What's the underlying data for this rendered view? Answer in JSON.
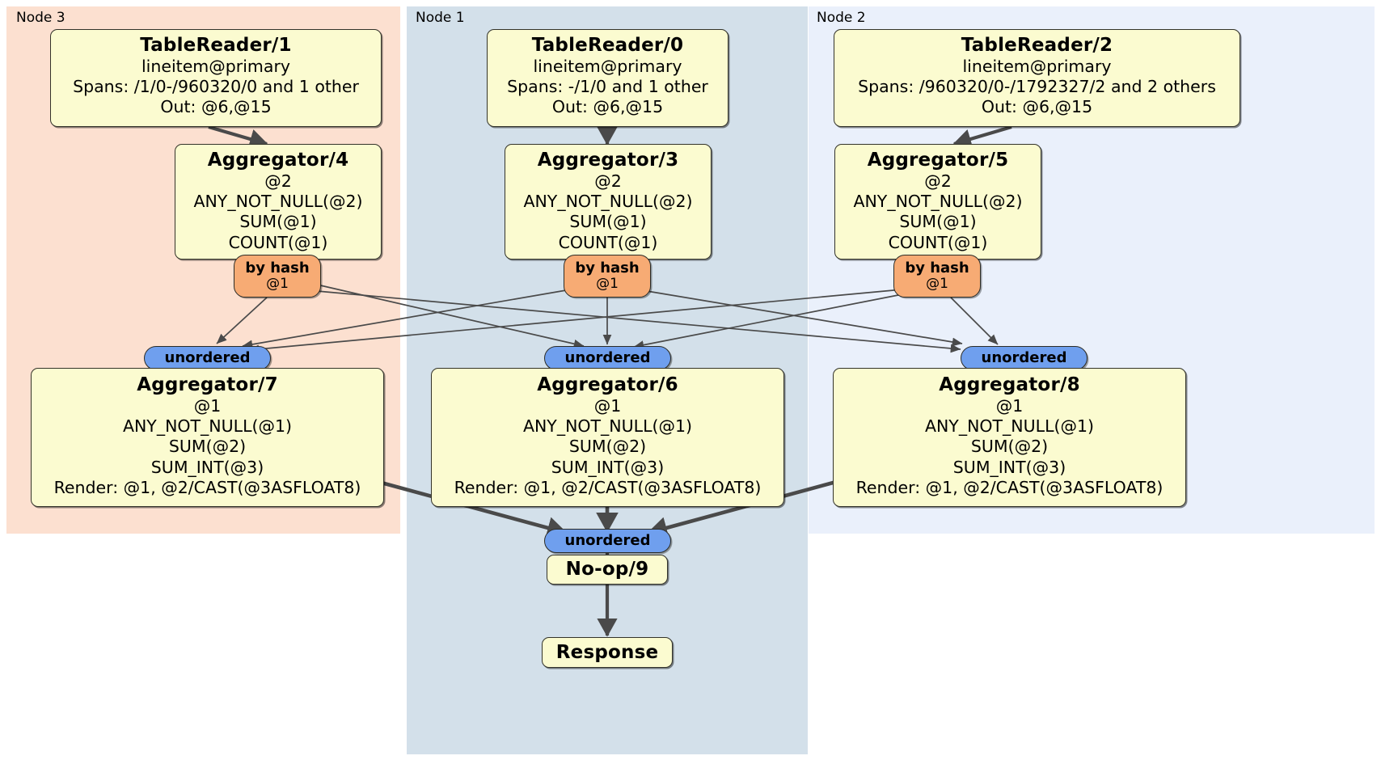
{
  "diagram": {
    "type": "distributed-query-plan",
    "colors": {
      "node3_panel": "#fce0d0",
      "node1_panel": "#d3e0ea",
      "node2_panel": "#eaf0fb",
      "processor_box": "#fbfbd0",
      "hash_router": "#f7ab74",
      "unordered_router": "#6f9fee",
      "edge": "#4a4a4a"
    },
    "panels": [
      {
        "id": "node3",
        "label": "Node 3"
      },
      {
        "id": "node1",
        "label": "Node 1"
      },
      {
        "id": "node2",
        "label": "Node 2"
      }
    ],
    "processors": {
      "tablereader1": {
        "title": "TableReader/1",
        "lines": [
          "lineitem@primary",
          "Spans: /1/0-/960320/0 and 1 other",
          "Out: @6,@15"
        ]
      },
      "tablereader0": {
        "title": "TableReader/0",
        "lines": [
          "lineitem@primary",
          "Spans: -/1/0 and 1 other",
          "Out: @6,@15"
        ]
      },
      "tablereader2": {
        "title": "TableReader/2",
        "lines": [
          "lineitem@primary",
          "Spans: /960320/0-/1792327/2 and 2 others",
          "Out: @6,@15"
        ]
      },
      "aggregator4": {
        "title": "Aggregator/4",
        "lines": [
          "@2",
          "ANY_NOT_NULL(@2)",
          "SUM(@1)",
          "COUNT(@1)"
        ]
      },
      "aggregator3": {
        "title": "Aggregator/3",
        "lines": [
          "@2",
          "ANY_NOT_NULL(@2)",
          "SUM(@1)",
          "COUNT(@1)"
        ]
      },
      "aggregator5": {
        "title": "Aggregator/5",
        "lines": [
          "@2",
          "ANY_NOT_NULL(@2)",
          "SUM(@1)",
          "COUNT(@1)"
        ]
      },
      "aggregator7": {
        "title": "Aggregator/7",
        "lines": [
          "@1",
          "ANY_NOT_NULL(@1)",
          "SUM(@2)",
          "SUM_INT(@3)",
          "Render: @1, @2/CAST(@3ASFLOAT8)"
        ]
      },
      "aggregator6": {
        "title": "Aggregator/6",
        "lines": [
          "@1",
          "ANY_NOT_NULL(@1)",
          "SUM(@2)",
          "SUM_INT(@3)",
          "Render: @1, @2/CAST(@3ASFLOAT8)"
        ]
      },
      "aggregator8": {
        "title": "Aggregator/8",
        "lines": [
          "@1",
          "ANY_NOT_NULL(@1)",
          "SUM(@2)",
          "SUM_INT(@3)",
          "Render: @1, @2/CAST(@3ASFLOAT8)"
        ]
      },
      "noop9": {
        "title": "No-op/9",
        "lines": []
      },
      "response": {
        "title": "Response",
        "lines": []
      }
    },
    "routers": {
      "hash_left": {
        "title": "by hash",
        "sub": "@1"
      },
      "hash_mid": {
        "title": "by hash",
        "sub": "@1"
      },
      "hash_right": {
        "title": "by hash",
        "sub": "@1"
      },
      "unord_left": {
        "title": "unordered",
        "sub": ""
      },
      "unord_mid": {
        "title": "unordered",
        "sub": ""
      },
      "unord_right": {
        "title": "unordered",
        "sub": ""
      },
      "unord_final": {
        "title": "unordered",
        "sub": ""
      }
    }
  }
}
